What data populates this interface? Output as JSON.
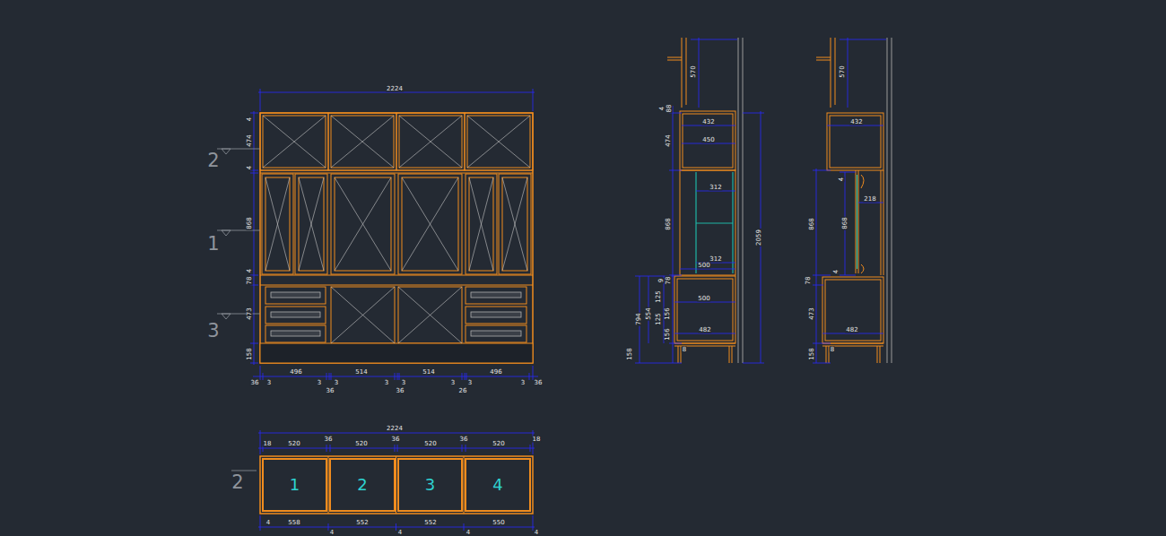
{
  "diagram": {
    "nodes": [
      {
        "text": [
          "1"
        ]
      },
      {
        "text": [
          "2"
        ]
      },
      {
        "text": [
          "3"
        ]
      },
      {
        "text": [
          "4"
        ]
      }
    ],
    "labels": [
      "2224",
      "4",
      "474",
      "4",
      "868",
      "4",
      "78",
      "473",
      "158",
      "2",
      "1",
      "3",
      "36",
      "3",
      "496",
      "3",
      "3",
      "36",
      "514",
      "3",
      "3",
      "36",
      "514",
      "3",
      "3",
      "26",
      "496",
      "3",
      "36",
      "2224",
      "18",
      "520",
      "36",
      "520",
      "36",
      "520",
      "36",
      "520",
      "18",
      "2",
      "4",
      "558",
      "4",
      "552",
      "4",
      "552",
      "4",
      "550",
      "4",
      "570",
      "4",
      "88",
      "432",
      "474",
      "450",
      "868",
      "312",
      "312",
      "500",
      "9",
      "78",
      "125",
      "156",
      "125",
      "156",
      "554",
      "794",
      "500",
      "482",
      "158",
      "8",
      "2059",
      "570",
      "432",
      "868",
      "4",
      "868",
      "218",
      "4",
      "78",
      "473",
      "482",
      "158",
      "8"
    ]
  }
}
